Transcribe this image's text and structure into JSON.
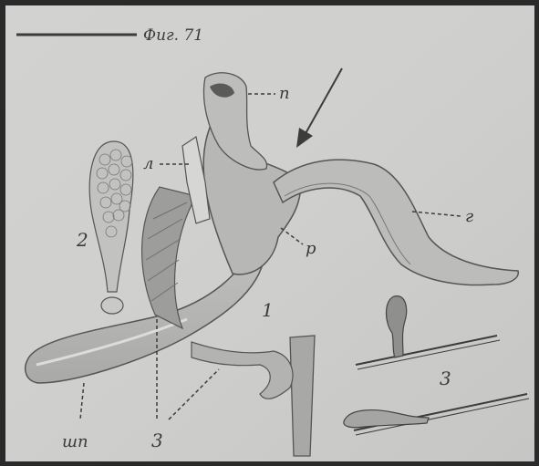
{
  "figure_title": "Фиг. 71",
  "labels": {
    "p_top": "п",
    "l": "л",
    "g": "г",
    "r": "р",
    "num1": "1",
    "num2": "2",
    "num3_right": "3",
    "num3_bottom": "3",
    "shp": "шп"
  }
}
